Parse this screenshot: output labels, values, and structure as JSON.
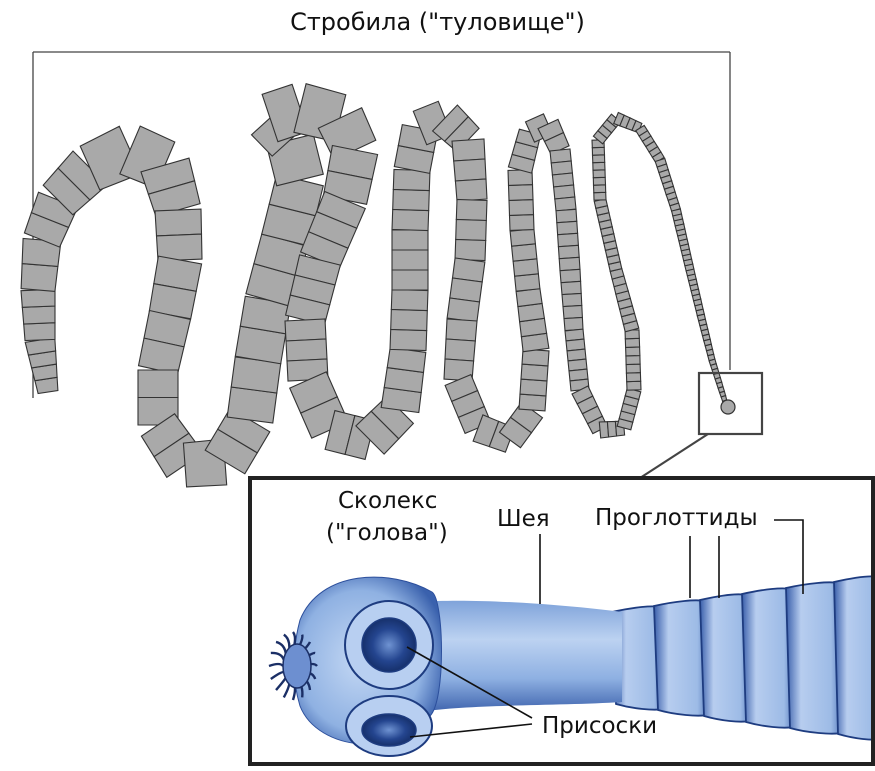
{
  "title": "Стробила (\"туловище\")",
  "labels": {
    "scolex_line1": "Сколекс",
    "scolex_line2": "(\"голова\")",
    "neck": "Шея",
    "proglottids": "Проглоттиды",
    "suckers": "Присоски"
  },
  "colors": {
    "segment_fill": "#a9a9a9",
    "segment_stroke": "#333333",
    "inset_body": "#8fb1e2",
    "inset_dark": "#2c4f9c",
    "inset_light": "#c9dcf5",
    "frame": "#222222"
  }
}
